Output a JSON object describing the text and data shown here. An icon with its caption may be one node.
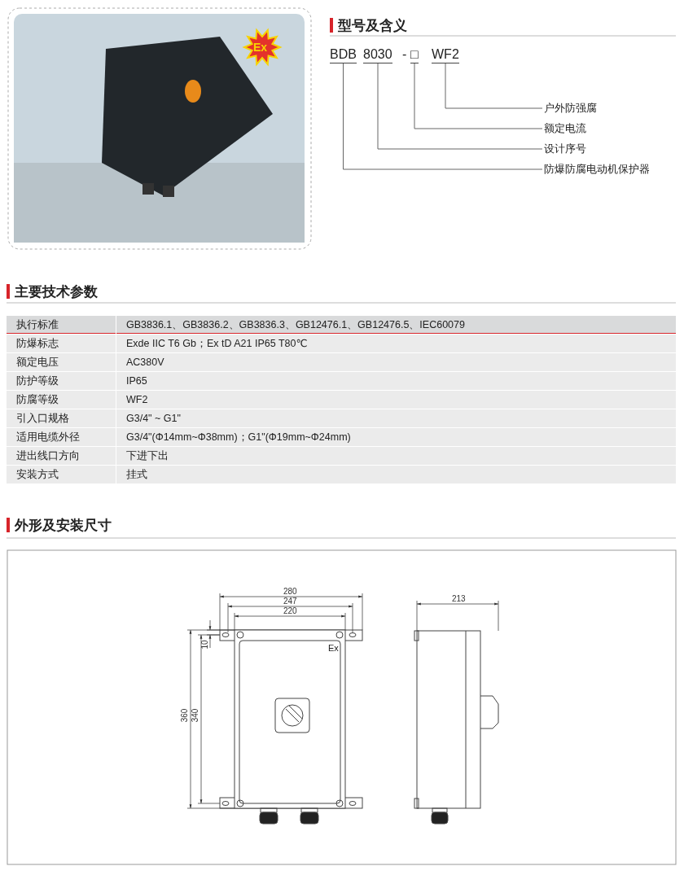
{
  "diagram": {
    "nodes": [
      {
        "text": [
          "BDB"
        ]
      },
      {
        "text": [
          "8030"
        ]
      },
      {
        "text": [
          "□"
        ]
      },
      {
        "text": [
          "WF2"
        ]
      },
      {
        "text": [
          "户外防强腐"
        ]
      },
      {
        "text": [
          "额定电流"
        ]
      },
      {
        "text": [
          "设计序号"
        ]
      },
      {
        "text": [
          "防爆防腐电动机保护器"
        ]
      }
    ],
    "edges": [
      {
        "from": 3,
        "to": 4,
        "arrow": "none"
      },
      {
        "from": 2,
        "to": 5,
        "arrow": "none"
      },
      {
        "from": 1,
        "to": 6,
        "arrow": "none"
      },
      {
        "from": 0,
        "to": 7,
        "arrow": "none"
      }
    ],
    "labels": [
      "Ex",
      "型号及含义",
      "-",
      "主要技术参数",
      "执行标准",
      "GB3836.1、GB3836.2、GB3836.3、GB12476.1、GB12476.5、IEC60079",
      "防爆标志",
      "Exde IIC T6 Gb；Ex tD A21 IP65 T80℃",
      "额定电压",
      "AC380V",
      "防护等级",
      "IP65",
      "防腐等级",
      "WF2",
      "引入口规格",
      "G3/4\" ~ G1\"",
      "适用电缆外径",
      "G3/4\"(Φ14mm~Φ38mm)；G1\"(Φ19mm~Φ24mm)",
      "进出线口方向",
      "下进下出",
      "安装方式",
      "挂式",
      "外形及安装尺寸",
      "280",
      "247",
      "220",
      "10",
      "360",
      "340",
      "Ex",
      "213"
    ]
  }
}
